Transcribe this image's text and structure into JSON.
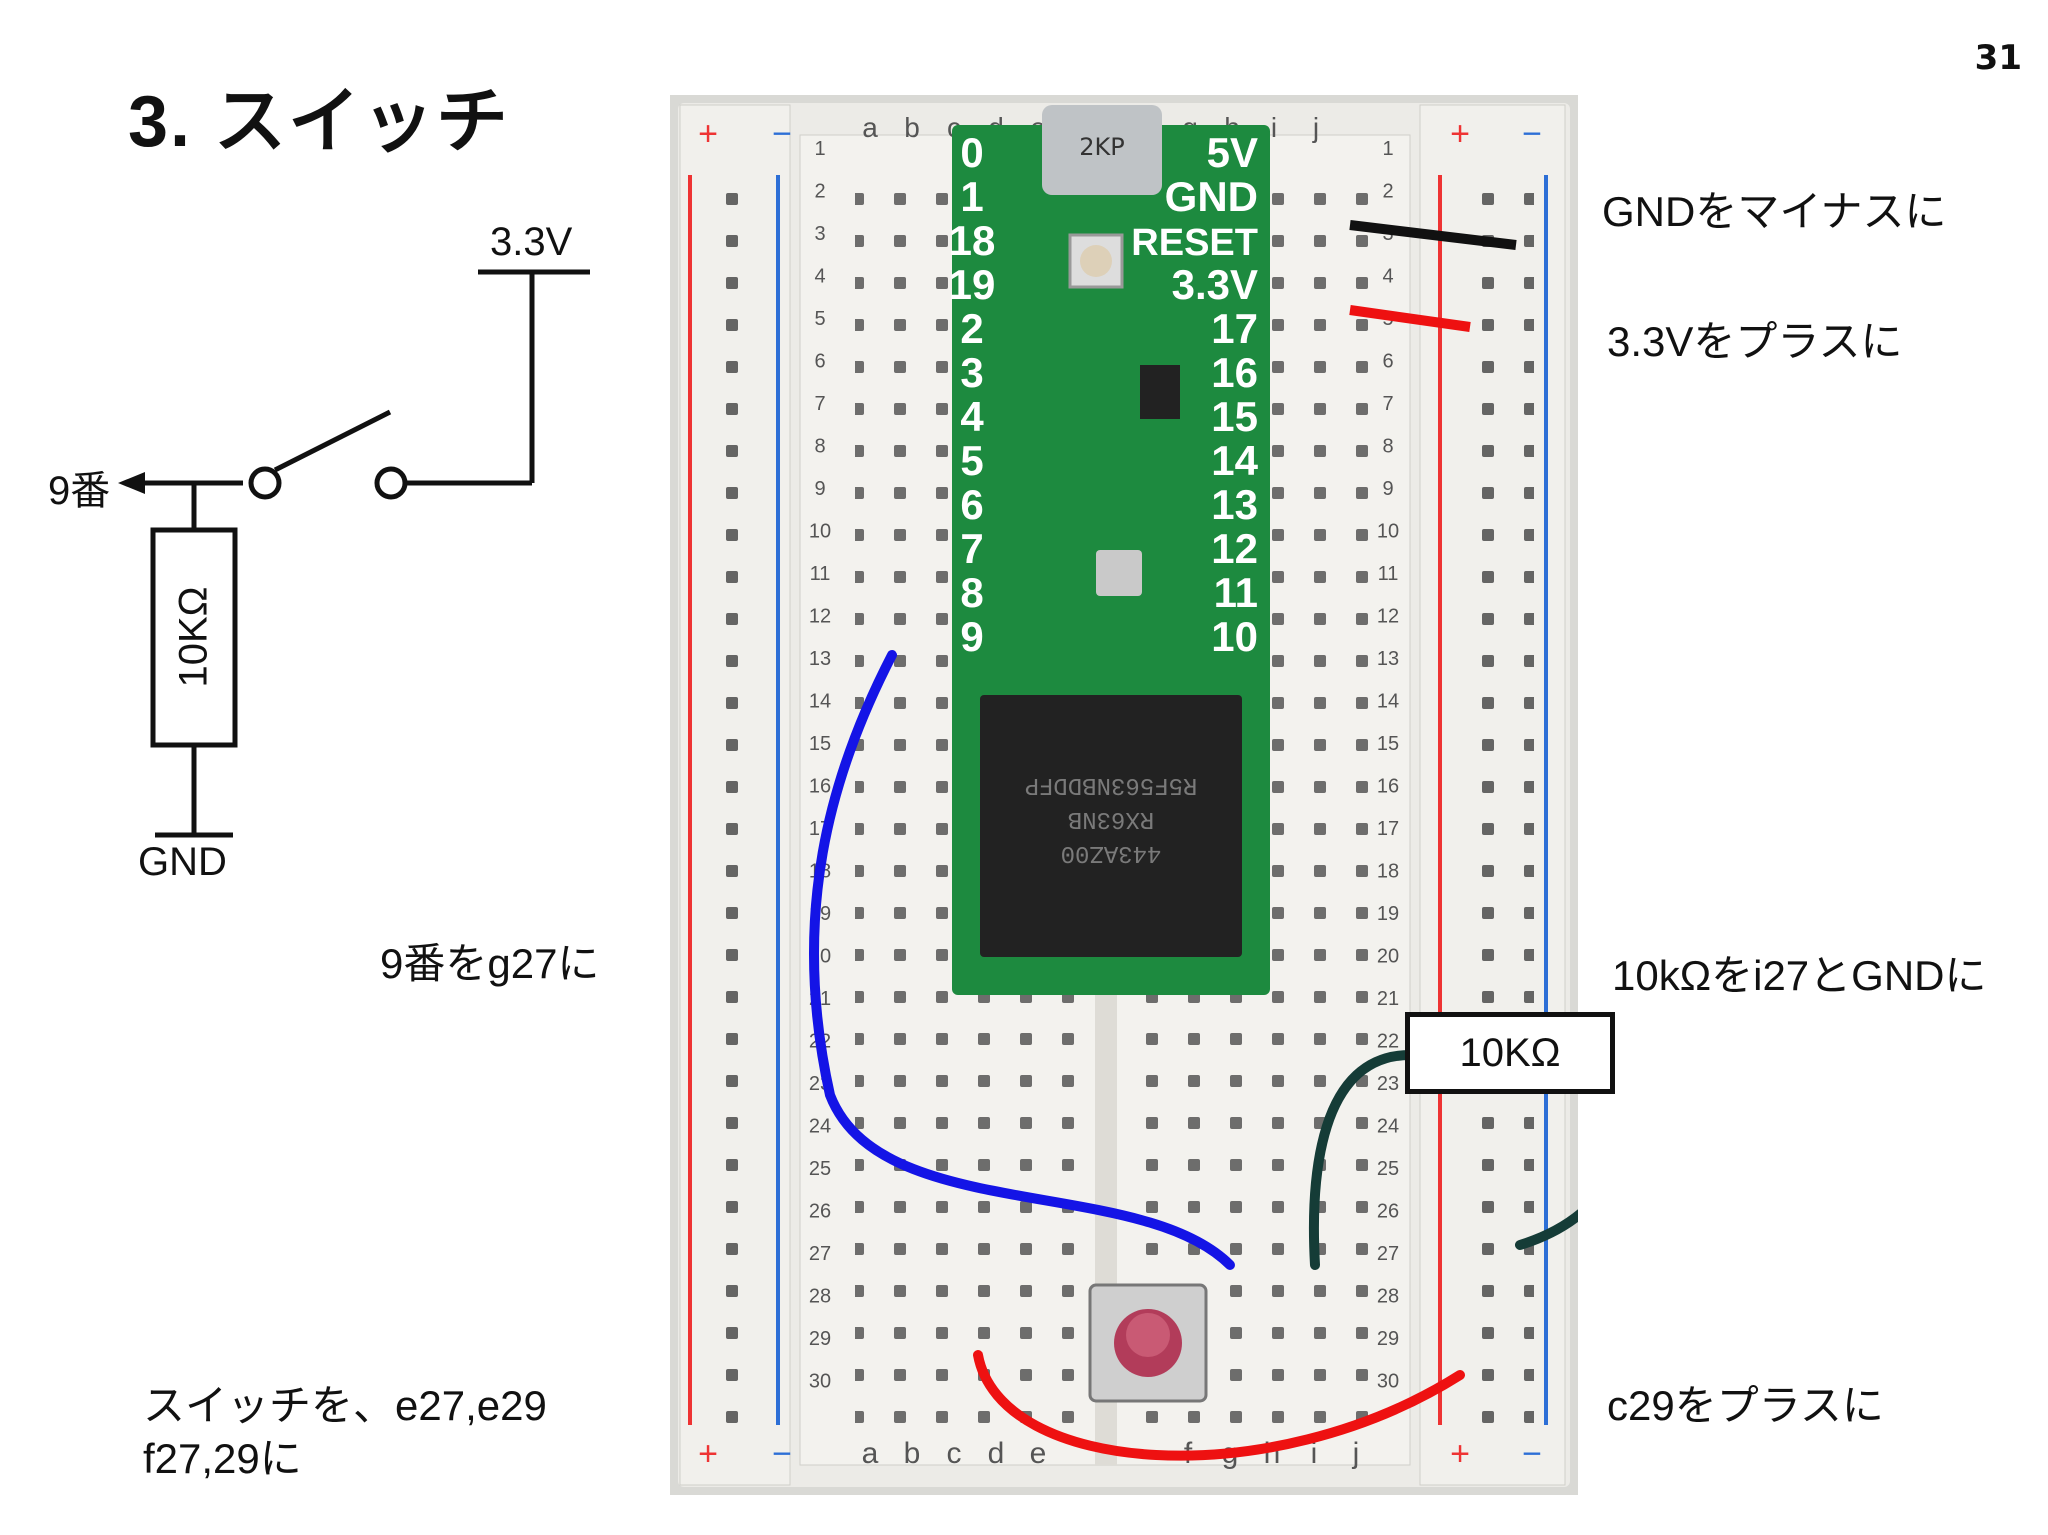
{
  "page": {
    "title": "3. スイッチ",
    "number": "31"
  },
  "schematic": {
    "vcc_label": "3.3V",
    "pin_label": "9番",
    "resistor_label": "10KΩ",
    "gnd_label": "GND"
  },
  "notes": {
    "gnd_minus": "GNDをマイナスに",
    "v33_plus": "3.3Vをプラスに",
    "pin9_g27": "9番をg27に",
    "res_i27_gnd": "10kΩをi27とGNDに",
    "switch_line1": "スイッチを、e27,e29",
    "switch_line2": "f27,29に",
    "c29_plus": "c29をプラスに"
  },
  "breadboard": {
    "columns_top": [
      "a",
      "b",
      "c",
      "d",
      "e",
      "f",
      "g",
      "h",
      "i",
      "j"
    ],
    "columns_bottom": [
      "a",
      "b",
      "c",
      "d",
      "e",
      "f",
      "g",
      "h",
      "i",
      "j"
    ],
    "rows": [
      "1",
      "2",
      "3",
      "4",
      "5",
      "6",
      "7",
      "8",
      "9",
      "10",
      "11",
      "12",
      "13",
      "14",
      "15",
      "16",
      "17",
      "18",
      "19",
      "20",
      "21",
      "22",
      "23",
      "24",
      "25",
      "26",
      "27",
      "28",
      "29",
      "30"
    ],
    "rail_plus": "+",
    "rail_minus": "−",
    "resistor_tag": "10KΩ"
  },
  "board": {
    "pins_left": [
      "0",
      "1",
      "18",
      "19",
      "2",
      "3",
      "4",
      "5",
      "6",
      "7",
      "8",
      "9"
    ],
    "pins_right": [
      "5V",
      "GND",
      "RESET",
      "3.3V",
      "17",
      "16",
      "15",
      "14",
      "13",
      "12",
      "11",
      "10"
    ],
    "chip_lines": [
      "R5F563NBDDFP",
      "RX63NB",
      "443AZ00"
    ],
    "usb_tag": "2KP",
    "colors": {
      "pcb": "#1d8a3f",
      "chip": "#222222"
    }
  },
  "colors": {
    "wire_blue": "#1414e6",
    "wire_red": "#ee1111",
    "wire_black": "#111111",
    "wire_dark": "#153c37"
  }
}
